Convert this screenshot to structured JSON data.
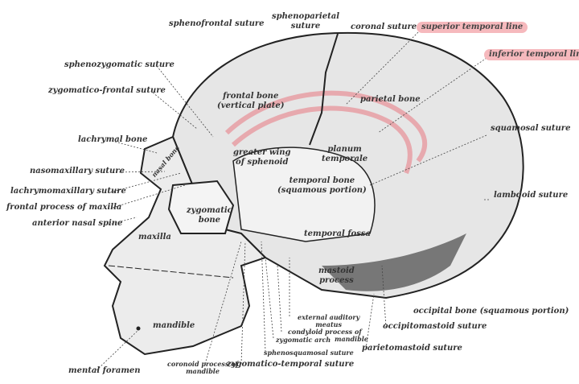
{
  "labels": {
    "sphenofrontal": "sphenofrontal suture",
    "sphenoparietal_1": "sphenoparietal",
    "sphenoparietal_2": "suture",
    "coronal": "coronal suture",
    "superior_temporal": "superior temporal line",
    "inferior_temporal": "inferior temporal line",
    "sphenozygomatic": "sphenozygomatic suture",
    "zygomatico_frontal": "zygomatico-frontal suture",
    "frontal_bone_1": "frontal bone",
    "frontal_bone_2": "(vertical plate)",
    "parietal": "parietal bone",
    "lachrymal": "lachrymal bone",
    "nasal": "nasal bone",
    "squamosal": "squamosal suture",
    "greater_wing_1": "greater wing",
    "greater_wing_2": "of sphenoid",
    "planum_1": "planum",
    "planum_2": "temporale",
    "nasomaxillary": "nasomaxillary suture",
    "lachrymomaxillary": "lachrymomaxillary suture",
    "temporal_bone_1": "temporal bone",
    "temporal_bone_2": "(squamous portion)",
    "lambdoid": "lambdoid suture",
    "frontal_process": "frontal process of maxilla",
    "zygomatic_1": "zygomatic",
    "zygomatic_2": "bone",
    "anterior_nasal": "anterior nasal spine",
    "maxilla": "maxilla",
    "temporal_fossa": "temporal fossa",
    "mastoid_1": "mastoid",
    "mastoid_2": "process",
    "occipital": "occipital bone (squamous portion)",
    "ext_auditory_1": "external auditory",
    "ext_auditory_2": "meatus",
    "mandible": "mandible",
    "condyloid_1": "condyloid process of",
    "condyloid_2": "mandible",
    "occipitomastoid": "occipitomastoid suture",
    "zygomatic_arch": "zygomatic arch",
    "parietomastoid": "parietomastoid suture",
    "sphenosquamosal": "sphenosquamosal suture",
    "mental_foramen": "mental foramen",
    "coronoid_1": "coronoid process of",
    "coronoid_2": "mandible",
    "zygomatico_temporal": "zygomatico-temporal suture"
  },
  "colors": {
    "highlight": "#f6b9bd",
    "temporal_line": "#e8606a",
    "bone": "#e6e6e6",
    "outline": "#222222"
  }
}
